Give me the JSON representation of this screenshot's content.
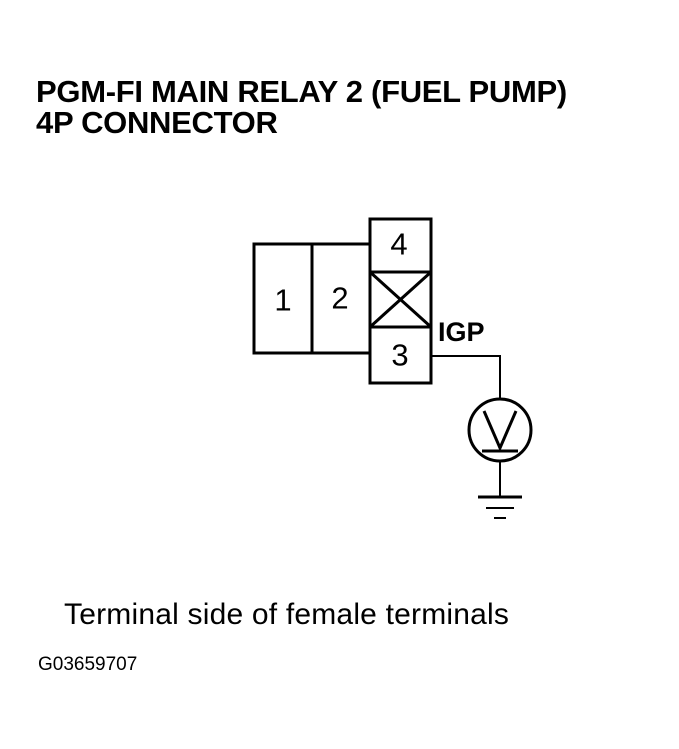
{
  "title": {
    "line1": "PGM-FI MAIN RELAY 2 (FUEL PUMP)",
    "line2": "4P CONNECTOR"
  },
  "connector": {
    "terminals": [
      {
        "number": "1",
        "state": "present"
      },
      {
        "number": "2",
        "state": "present"
      },
      {
        "number": "4",
        "state": "present"
      },
      {
        "number": "",
        "state": "empty-crossed"
      },
      {
        "number": "3",
        "state": "probed"
      }
    ],
    "probed_terminal": "3",
    "wire_label": "IGP"
  },
  "meter": {
    "icon": "voltmeter-icon",
    "ground_icon": "ground-icon"
  },
  "caption": "Terminal side of female terminals",
  "figure_id": "G03659707",
  "colors": {
    "ink": "#000000",
    "background": "#ffffff"
  }
}
